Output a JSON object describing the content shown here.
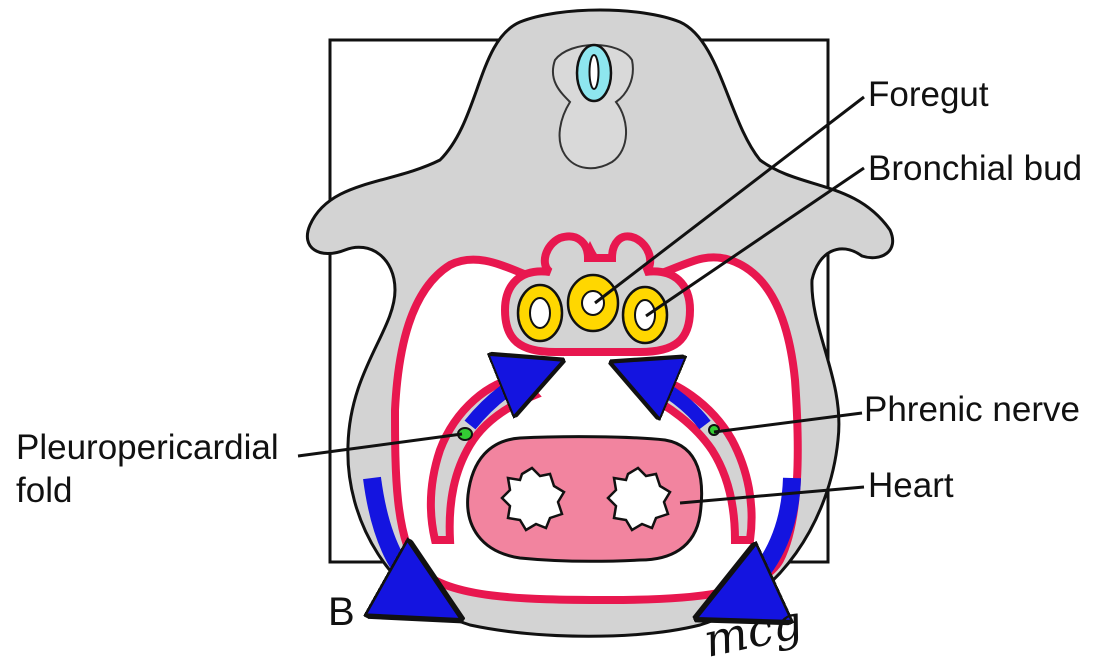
{
  "figure": {
    "panel_letter": "B",
    "signature": "mcg",
    "labels": {
      "foregut": "Foregut",
      "bronchial_bud": "Bronchial bud",
      "phrenic_nerve": "Phrenic nerve",
      "heart": "Heart",
      "pleuropericardial_line1": "Pleuropericardial",
      "pleuropericardial_line2": "fold"
    },
    "colors": {
      "body": "#d3d3d3",
      "membrane": "#e8174f",
      "gut_ring": "#ffd700",
      "neural_tube": "#8ee6ef",
      "heart": "#f2849f",
      "arrow": "#1414e0",
      "nerve": "#33cc33",
      "outline": "#1a1a1a"
    }
  }
}
